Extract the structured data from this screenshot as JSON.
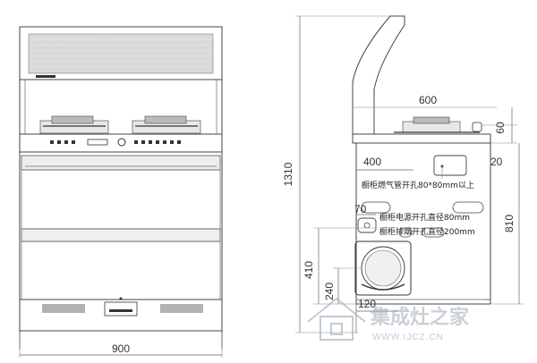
{
  "front_view": {
    "width_label": "900"
  },
  "side_view": {
    "height_total_label": "1310",
    "depth_label": "600",
    "top_height_label": "60",
    "counter_drop_label": "20",
    "cabinet_height_label": "810",
    "gas_opening_offset_label": "400",
    "power_opening_offset_label": "70",
    "exhaust_height_label": "410",
    "exhaust_center_label": "240",
    "exhaust_diameter_label": "120",
    "notes": {
      "gas_opening": "橱柜燃气管开孔80*80mm以上",
      "power_opening": "橱柜电源开孔直径80mm",
      "exhaust_opening": "橱柜排烟开孔直径200mm"
    }
  },
  "watermark": {
    "brand": "集成灶之家",
    "url": "WWW.IJCZ.CN"
  }
}
